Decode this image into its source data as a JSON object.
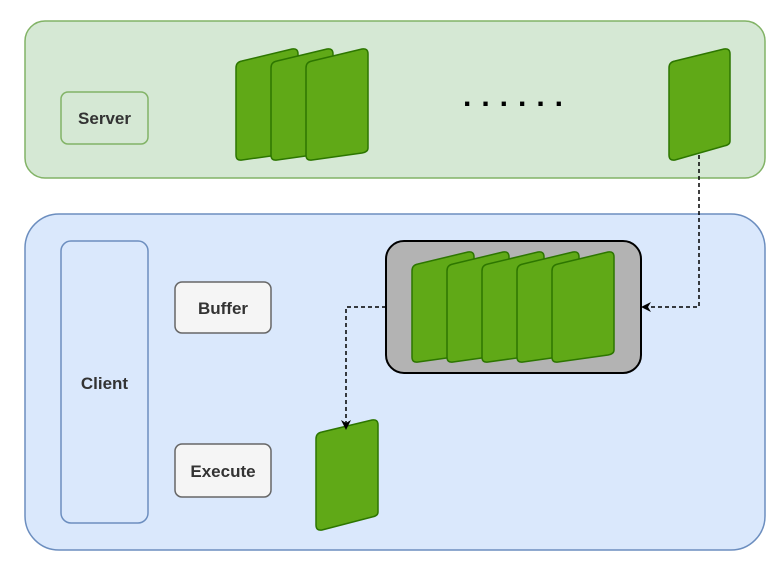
{
  "server": {
    "label": "Server"
  },
  "client": {
    "label": "Client",
    "buffer_label": "Buffer",
    "execute_label": "Execute"
  },
  "ellipsis": "......",
  "colors": {
    "server_fill": "#d5e8d4",
    "server_stroke": "#82b366",
    "client_fill": "#dae8fc",
    "client_stroke": "#6c8ebf",
    "card_fill": "#60a917",
    "card_stroke": "#2d7600",
    "queue_fill": "#b3b3b3",
    "queue_stroke": "#000000"
  }
}
